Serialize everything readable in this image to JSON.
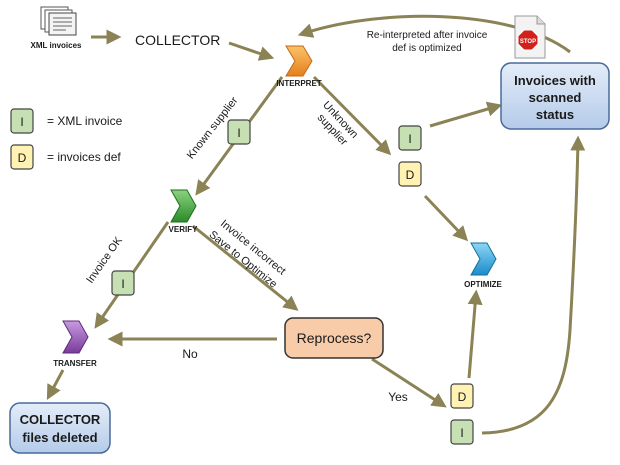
{
  "sources": {
    "xml_invoices": "XML invoices",
    "collector": "COLLECTOR"
  },
  "steps": {
    "interpret": "INTERPRET",
    "verify": "VERIFY",
    "optimize": "OPTIMIZE",
    "transfer": "TRANSFER"
  },
  "decision": {
    "reprocess": "Reprocess?",
    "yes": "Yes",
    "no": "No"
  },
  "outcomes": {
    "scanned_line1": "Invoices with",
    "scanned_line2": "scanned",
    "scanned_line3": "status",
    "deleted_line1": "COLLECTOR",
    "deleted_line2": "files deleted"
  },
  "edges": {
    "known_supplier": "Known supplier",
    "unknown_line1": "Unknown",
    "unknown_line2": "supplier",
    "invoice_ok": "Invoice OK",
    "incorrect_line1": "Invoice  incorrect",
    "incorrect_line2": "Save to Optimize",
    "reinterpret_line1": "Re-interpreted after invoice",
    "reinterpret_line2": "def is optimized"
  },
  "legend": {
    "invoice_letter": "I",
    "invoice_text": "= XML invoice",
    "def_letter": "D",
    "def_text": "= invoices def"
  },
  "tokens": {
    "invoice": "I",
    "def": "D"
  },
  "stop_sign": "STOP",
  "colors": {
    "arrow": "#8b8355",
    "interpret": "#f39c2a",
    "verify": "#3ea63c",
    "optimize": "#2ba6dd",
    "transfer": "#8e44ad",
    "reprocess_fill": "#f8cba9",
    "outcome_fill": "#c9daf1",
    "outcome_stroke": "#4a6a9a",
    "token_i": "#c6e0b4",
    "token_d": "#fff2b3"
  }
}
